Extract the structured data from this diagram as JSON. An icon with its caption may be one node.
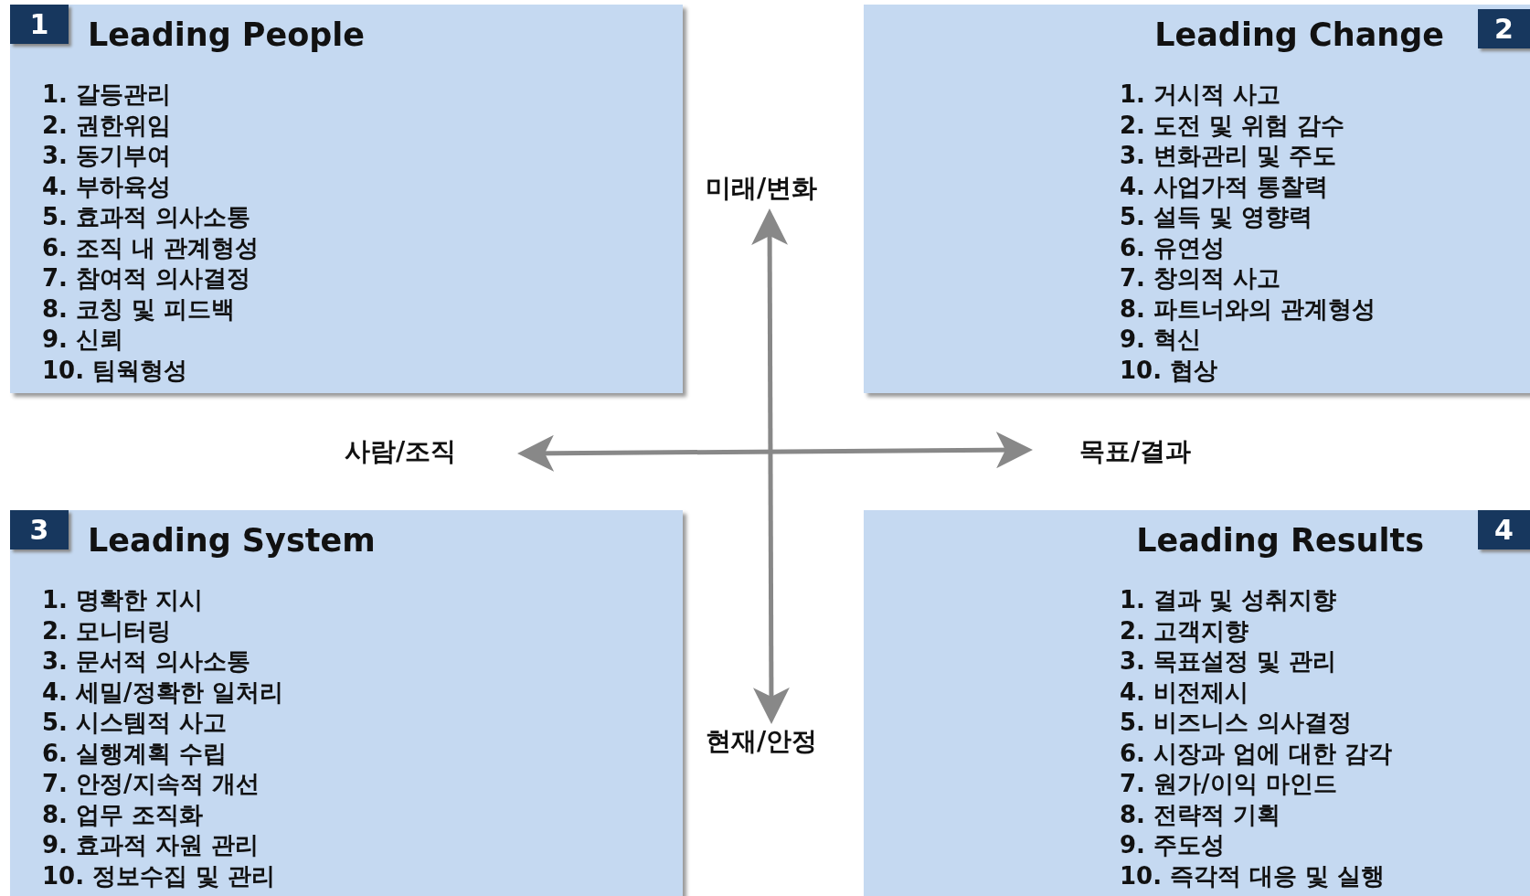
{
  "diagram": {
    "nodes": [
      {
        "text": [
          "1"
        ],
        "in": 1
      },
      {
        "text": [
          "Leading People",
          "1. 갈등관리",
          "2. 권한위임",
          "3. 동기부여",
          "4. 부하육성",
          "5. 효과적 의사소통",
          "6. 조직 내 관계형성",
          "7. 참여적 의사결정",
          "8. 코칭 및 피드백",
          "9. 신뢰",
          "10. 팀웍형성"
        ]
      },
      {
        "text": [
          "Leading Change",
          "1. 거시적 사고",
          "2. 도전 및 위험 감수",
          "3. 변화관리 및 주도",
          "4. 사업가적 통찰력",
          "5. 설득 및 영향력",
          "6. 유연성",
          "7. 창의적 사고",
          "8. 파트너와의 관계형성",
          "9. 혁신",
          "10. 협상"
        ]
      },
      {
        "text": [
          "2"
        ],
        "in": 2
      },
      {
        "text": [
          "3"
        ],
        "in": 5
      },
      {
        "text": [
          "Leading System",
          "1. 명확한 지시",
          "2. 모니터링",
          "3. 문서적 의사소통",
          "4. 세밀/정확한 일처리",
          "5. 시스템적 사고",
          "6. 실행계획 수립",
          "7. 안정/지속적 개선",
          "8. 업무 조직화",
          "9. 효과적 자원 관리",
          "10. 정보수집 및 관리"
        ]
      },
      {
        "text": [
          "Leading Results",
          "1. 결과 및 성취지향",
          "2. 고객지향",
          "3. 목표설정 및 관리",
          "4. 비전제시",
          "5. 비즈니스 의사결정",
          "6. 시장과 업에 대한 감각",
          "7. 원가/이익 마인드",
          "8. 전략적 기획",
          "9. 주도성",
          "10. 즉각적 대응 및 실행"
        ]
      },
      {
        "text": [
          "4"
        ],
        "in": 6
      }
    ],
    "labels": [
      "미래/변화",
      "사람/조직",
      "목표/결과",
      "현재/안정"
    ]
  }
}
